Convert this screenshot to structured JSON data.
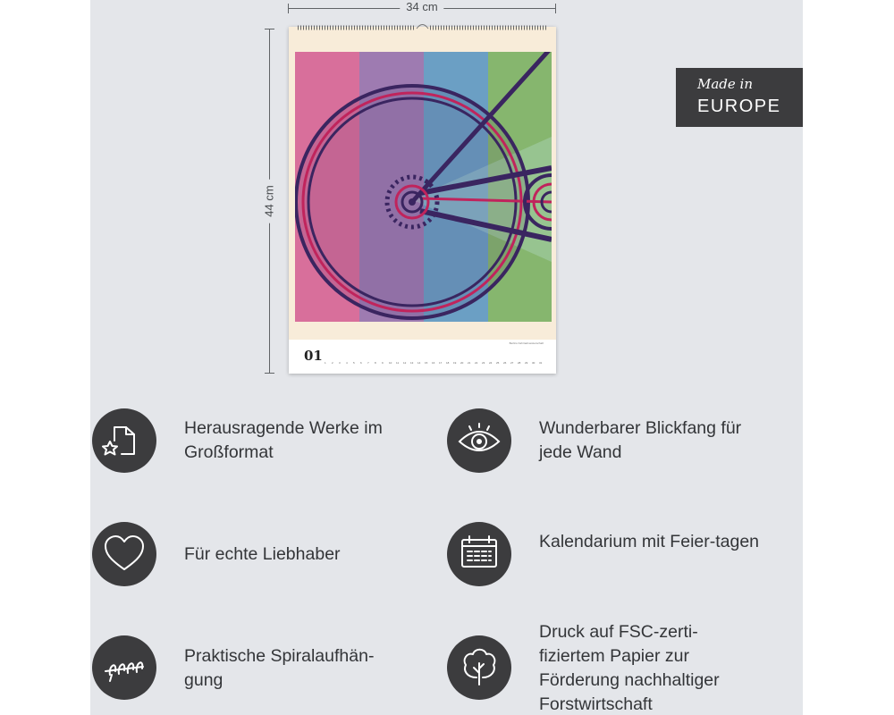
{
  "dimensions": {
    "width_label": "34 cm",
    "height_label": "44 cm"
  },
  "badge": {
    "line1": "Made in",
    "line2": "EUROPE"
  },
  "calendar": {
    "month": "01",
    "caption": "Berlins Fahrradmeisterschaft",
    "days": [
      "1",
      "2",
      "3",
      "4",
      "5",
      "6",
      "7",
      "8",
      "9",
      "10",
      "11",
      "12",
      "13",
      "14",
      "15",
      "16",
      "17",
      "18",
      "19",
      "20",
      "21",
      "22",
      "23",
      "24",
      "25",
      "26",
      "27",
      "28",
      "29",
      "30",
      "31"
    ]
  },
  "features": [
    {
      "text": "Herausragende Werke im Großformat",
      "icon": "star-frame-icon"
    },
    {
      "text": "Wunderbarer Blickfang für jede Wand",
      "icon": "eye-icon"
    },
    {
      "text": "Für echte Liebhaber",
      "icon": "heart-icon"
    },
    {
      "text": "Kalendarium mit Feier-tagen",
      "icon": "calendar-icon"
    },
    {
      "text": "Praktische Spiralaufhän-gung",
      "icon": "spiral-binding-icon"
    },
    {
      "text": "Druck auf FSC-zerti-fiziertem Papier zur Förderung nachhaltiger Forstwirtschaft",
      "icon": "tree-icon"
    }
  ],
  "colors": {
    "panel": "#e4e6ea",
    "icon_circle": "#3c3c3e",
    "stripe_pink": "#d86f9b",
    "stripe_purple": "#9e7bb1",
    "stripe_blue": "#6b9fc4",
    "stripe_green": "#86b66e",
    "wheel_line": "#3a2560"
  }
}
